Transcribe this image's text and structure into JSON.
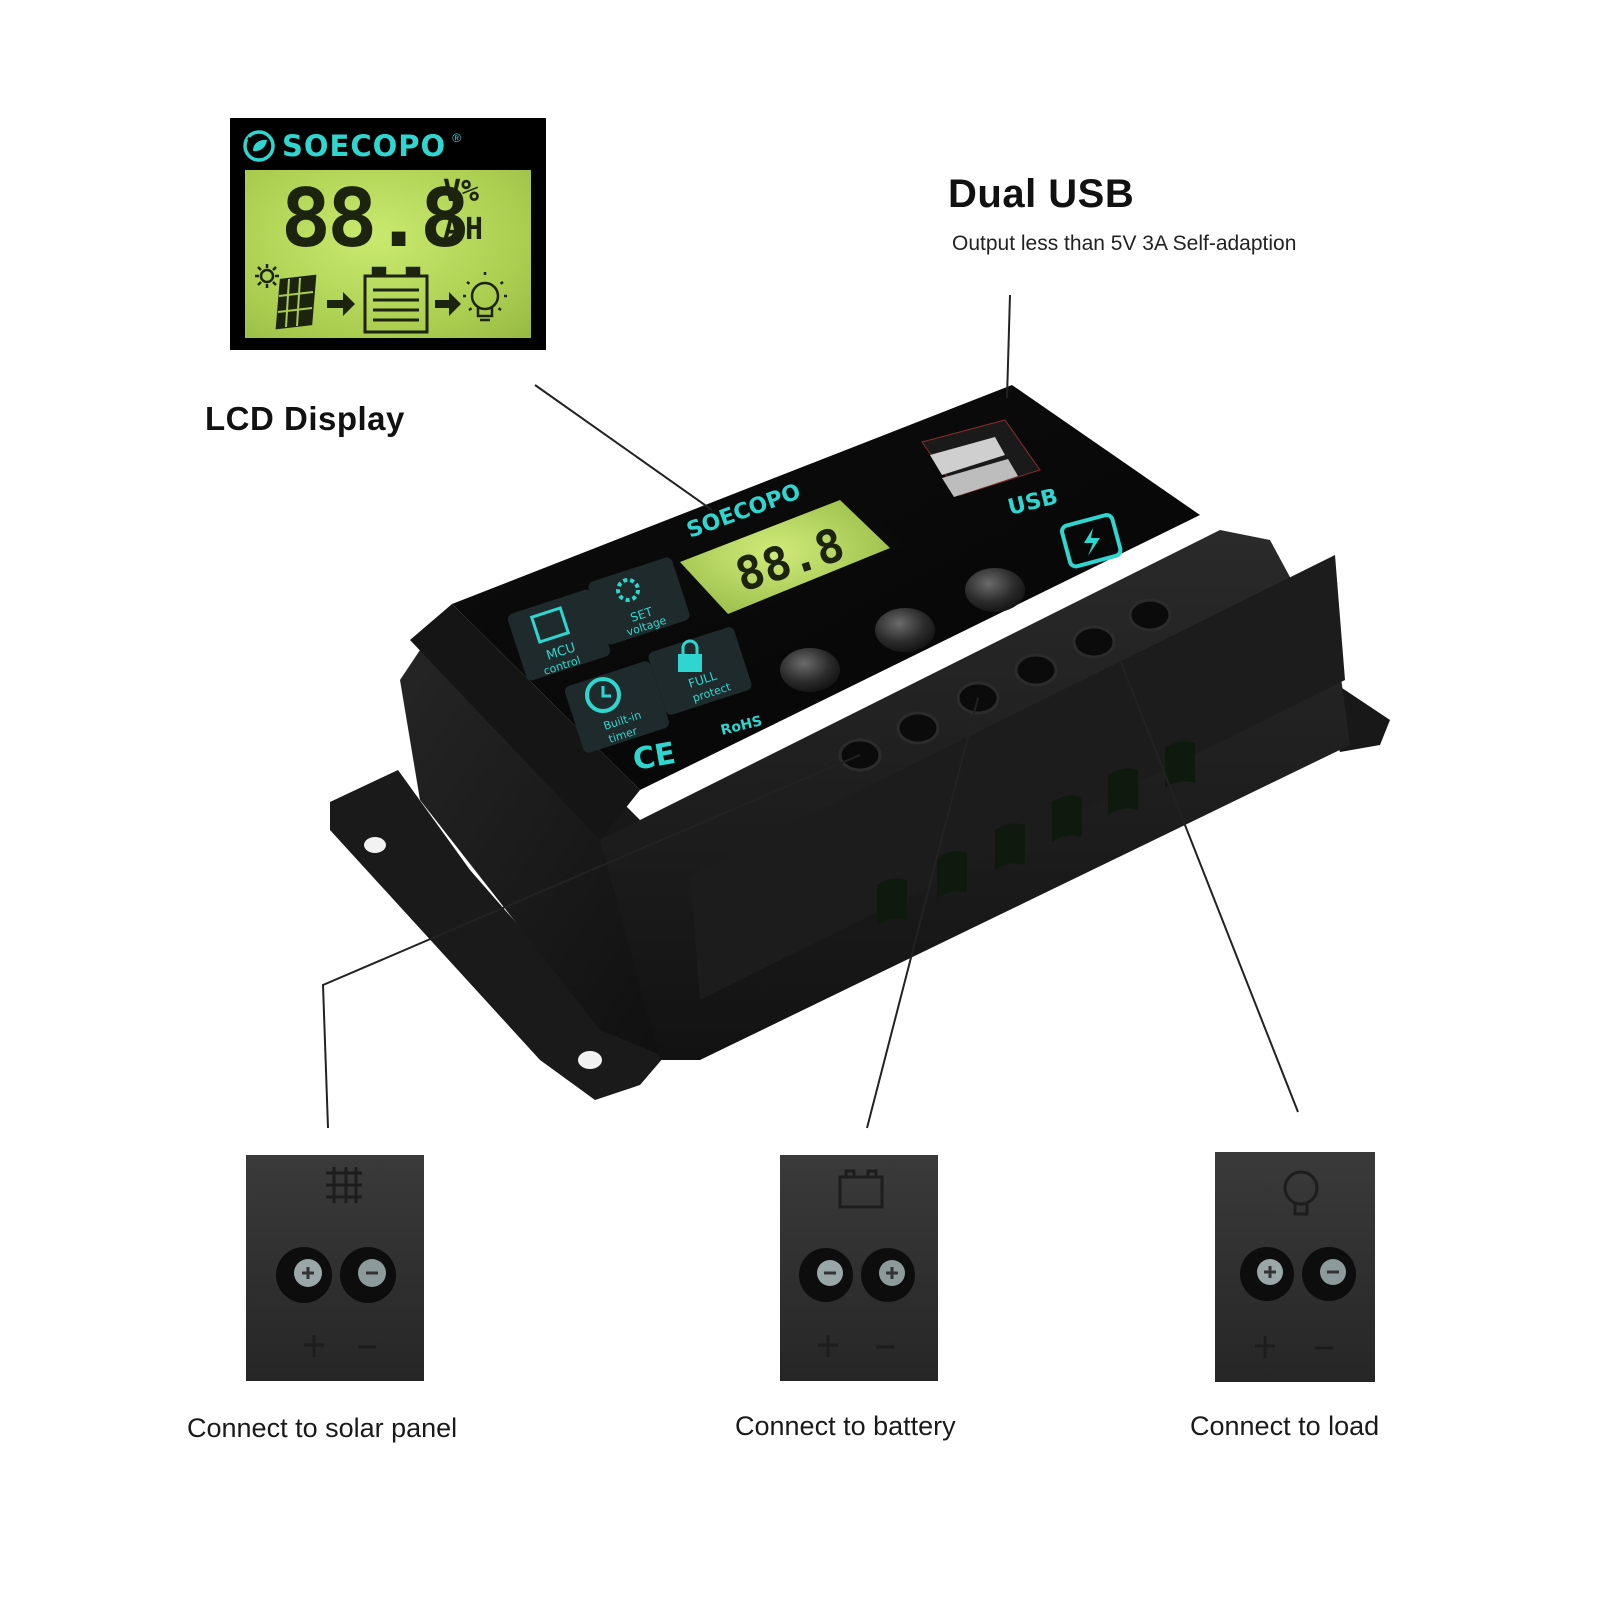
{
  "brand": {
    "name": "SOECOPO",
    "mark": "®"
  },
  "lcd": {
    "digits": "88.8",
    "unit_top": "V%",
    "unit_bottom": "AH"
  },
  "callouts": {
    "lcd_display": "LCD Display",
    "dual_usb": "Dual USB",
    "usb_note": "Output less than 5V 3A Self-adaption"
  },
  "device": {
    "usb_label": "USB",
    "badges": [
      {
        "line1": "MCU",
        "line2": "control"
      },
      {
        "line1": "SET",
        "line2": "voltage"
      },
      {
        "line1": "Built-in",
        "line2": "timer"
      },
      {
        "line1": "FULL",
        "line2": "protect"
      }
    ],
    "ce_mark": "CE",
    "rohs_mark": "RoHS"
  },
  "captions": {
    "solar": "Connect to solar panel",
    "battery": "Connect to battery",
    "load": "Connect to load"
  },
  "colors": {
    "accent": "#2fd6cf",
    "lcd_green": "#b6d65a",
    "body": "#1b1b1b"
  }
}
